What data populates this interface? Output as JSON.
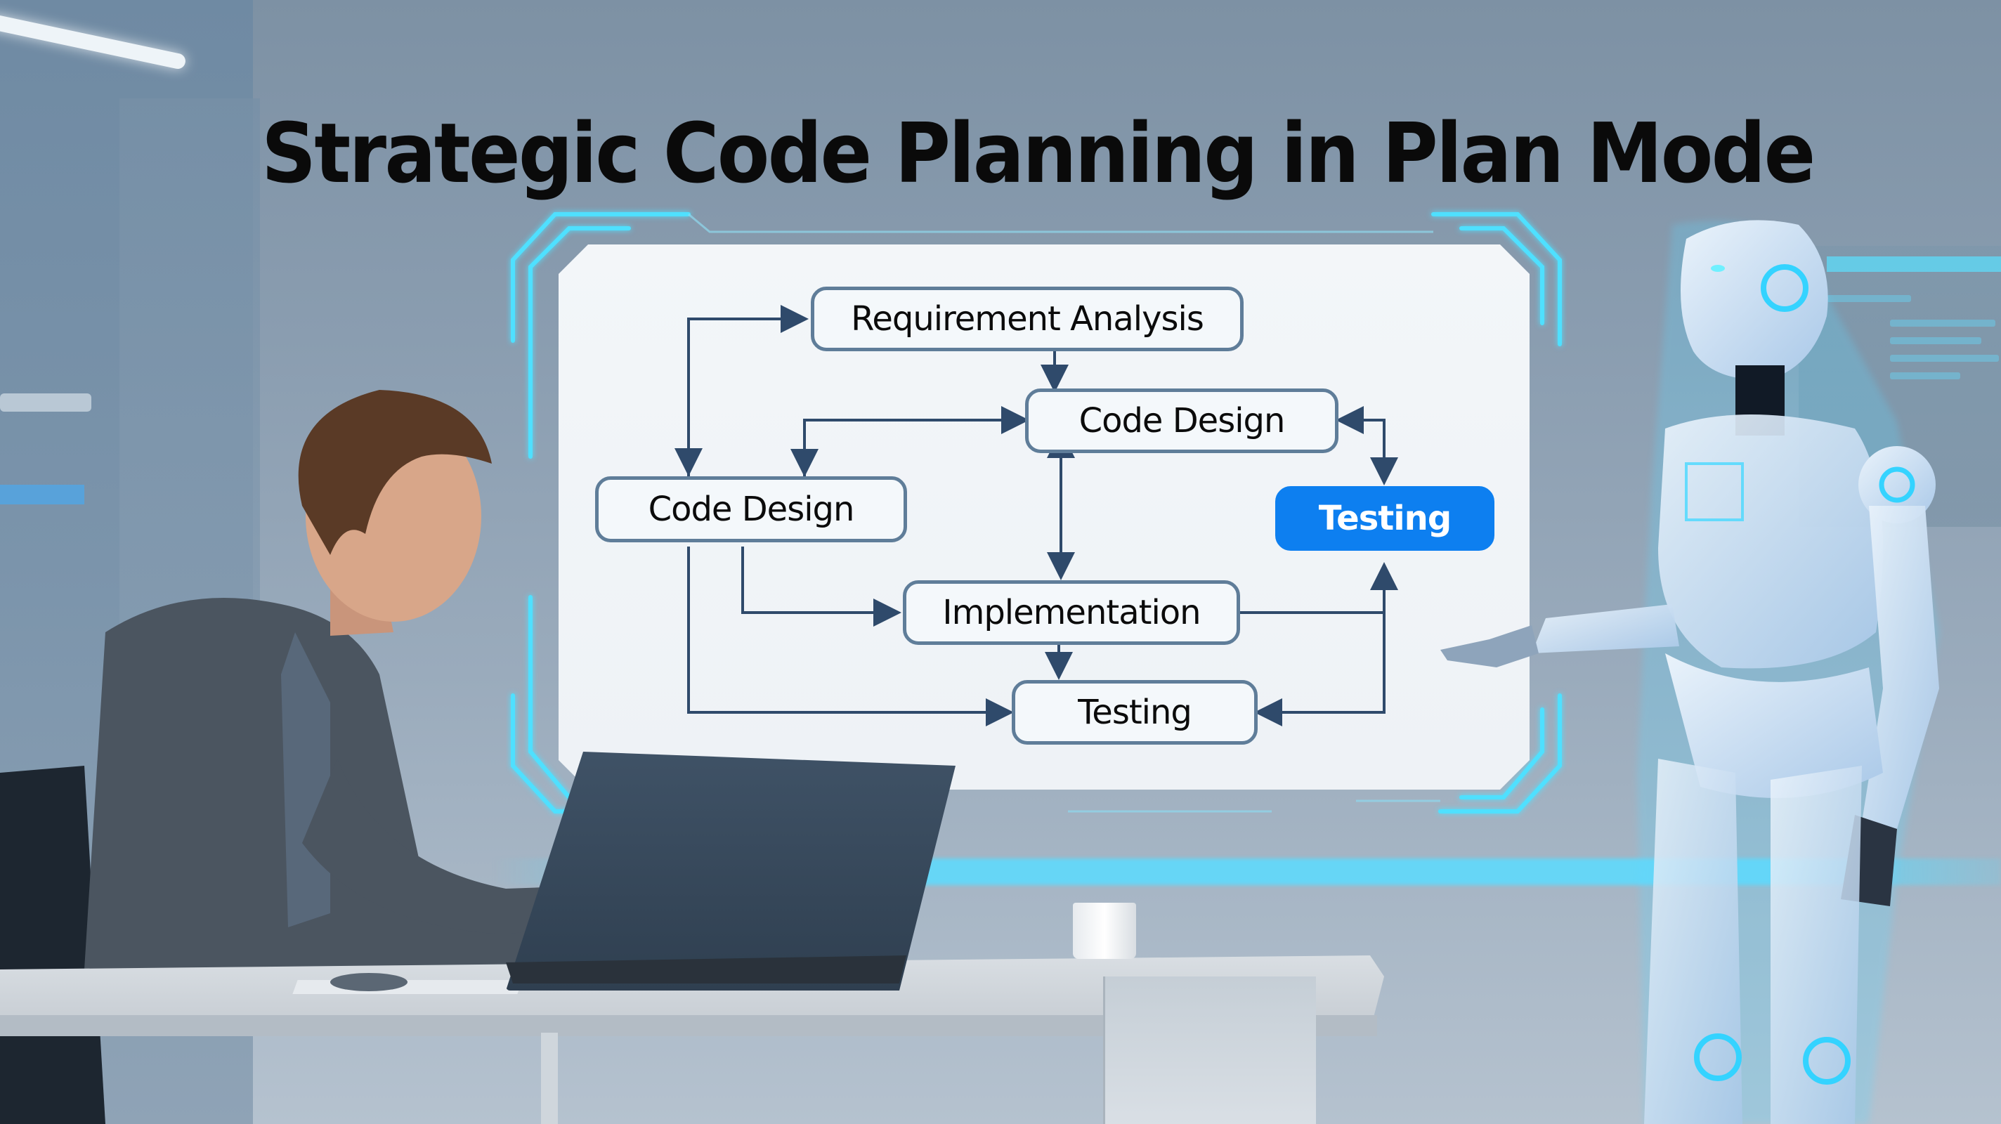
{
  "title": "Strategic Code Planning in Plan Mode",
  "colors": {
    "title_text": "#0a0a0a",
    "node_border": "#5f7d99",
    "node_fill": "#f4f8fb",
    "active_node_fill": "#0d7ff0",
    "active_node_text": "#ffffff",
    "arrow": "#2f4a6b",
    "holo_glow": "#4fe0ff",
    "board_bg": "#f1f5f8"
  },
  "diagram": {
    "nodes": [
      {
        "id": "requirement-analysis",
        "label": "Requirement Analysis",
        "active": false
      },
      {
        "id": "code-design-top",
        "label": "Code Design",
        "active": false
      },
      {
        "id": "code-design-left",
        "label": "Code Design",
        "active": false
      },
      {
        "id": "testing-highlight",
        "label": "Testing",
        "active": true
      },
      {
        "id": "implementation",
        "label": "Implementation",
        "active": false
      },
      {
        "id": "testing-bottom",
        "label": "Testing",
        "active": false
      }
    ],
    "edges": [
      {
        "from": "code-design-left",
        "to": "requirement-analysis",
        "type": "loop-arrow"
      },
      {
        "from": "requirement-analysis",
        "to": "code-design-top",
        "type": "arrow"
      },
      {
        "from": "code-design-top",
        "to": "code-design-left",
        "type": "bidirectional"
      },
      {
        "from": "code-design-top",
        "to": "implementation",
        "type": "bidirectional"
      },
      {
        "from": "code-design-top",
        "to": "testing-highlight",
        "type": "bidirectional"
      },
      {
        "from": "code-design-left",
        "to": "implementation",
        "type": "arrow"
      },
      {
        "from": "code-design-left",
        "to": "testing-bottom",
        "type": "arrow"
      },
      {
        "from": "implementation",
        "to": "testing-bottom",
        "type": "arrow"
      },
      {
        "from": "implementation",
        "to": "testing-highlight",
        "type": "arrow"
      },
      {
        "from": "testing-highlight",
        "to": "testing-bottom",
        "type": "arrow"
      }
    ]
  },
  "scene": {
    "left_figure": "developer typing on laptop at desk",
    "right_figure": "humanoid robot pointing at diagram",
    "props": [
      "laptop",
      "paper cup",
      "mouse",
      "desk",
      "office chair"
    ]
  }
}
